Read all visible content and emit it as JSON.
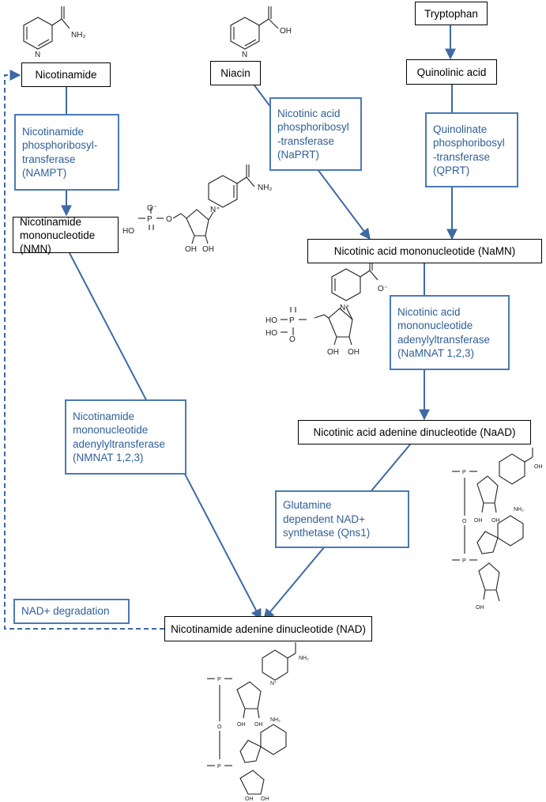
{
  "nodes": {
    "nicotinamide": "Nicotinamide",
    "niacin": "Niacin",
    "tryptophan": "Tryptophan",
    "quinolinic_acid": "Quinolinic acid",
    "nmn": "Nicotinamide\nmononucleotide\n(NMN)",
    "namn": "Nicotinic acid mononucleotide (NaMN)",
    "naad": "Nicotinic acid adenine dinucleotide (NaAD)",
    "nad": "Nicotinamide adenine dinucleotide (NAD)"
  },
  "enzymes": {
    "nampt": "Nicotinamide\nphosphoribosyl-\ntransferase\n(NAMPT)",
    "naprt": "Nicotinic acid\nphosphoribosyl\n-transferase\n(NaPRT)",
    "qprt": "Quinolinate\nphosphoribosyl\n-transferase\n(QPRT)",
    "namnat": "Nicotinic acid\nmononucleotide\nadenylyltransferase\n(NaMNAT 1,2,3)",
    "nmnat": "Nicotinamide\nmononucleotide\nadenylyltransferase\n(NMNAT 1,2,3)",
    "qns1": "Glutamine\ndependent NAD+\nsynthetase (Qns1)",
    "degradation": "NAD+ degradation"
  },
  "molecule_labels": {
    "amide_group": "NH₂",
    "acid_group": "OH",
    "nitrogen": "N",
    "nitrogen_plus": "N⁺",
    "oxygen": "O",
    "oxygen_minus": "O⁻",
    "phosphorus": "P",
    "hydroxyl": "OH",
    "hydroxyl_left": "HO",
    "amine": "NH₂"
  },
  "colors": {
    "enzyme_border": "#4a7ab5",
    "enzyme_text": "#2f5f99",
    "arrow": "#3d6aa3",
    "node_border": "#000000"
  }
}
